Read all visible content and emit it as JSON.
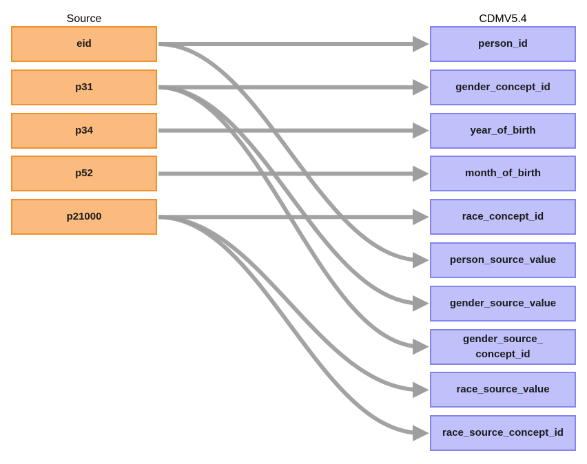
{
  "headers": {
    "source": "Source",
    "target": "CDMV5.4"
  },
  "source_fields": [
    "eid",
    "p31",
    "p34",
    "p52",
    "p21000"
  ],
  "target_fields": [
    "person_id",
    "gender_concept_id",
    "year_of_birth",
    "month_of_birth",
    "race_concept_id",
    "person_source_value",
    "gender_source_value",
    "gender_source_\nconcept_id",
    "race_source_value",
    "race_source_concept_id"
  ],
  "mappings": [
    {
      "from": 0,
      "to": 0
    },
    {
      "from": 0,
      "to": 5
    },
    {
      "from": 1,
      "to": 1
    },
    {
      "from": 1,
      "to": 6
    },
    {
      "from": 1,
      "to": 7
    },
    {
      "from": 2,
      "to": 2
    },
    {
      "from": 3,
      "to": 3
    },
    {
      "from": 4,
      "to": 4
    },
    {
      "from": 4,
      "to": 8
    },
    {
      "from": 4,
      "to": 9
    }
  ],
  "colors": {
    "source_fill": "#fbbb7e",
    "source_border": "#f0902a",
    "target_fill": "#c0c0fb",
    "target_border": "#8484ee",
    "arrow": "#9e9e9e"
  }
}
